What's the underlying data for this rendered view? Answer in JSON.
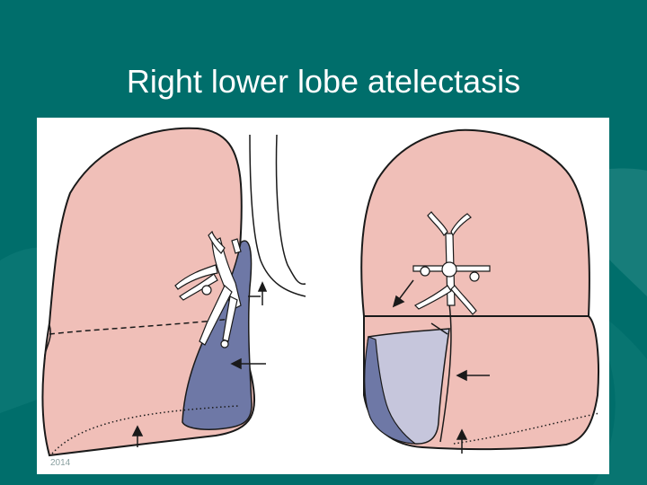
{
  "slide": {
    "title": "Right lower lobe atelectasis",
    "page_number": "2014"
  },
  "colors": {
    "background": "#006e6b",
    "lung_tissue": "#f0bfb8",
    "collapsed_lobe_dark": "#6e78a6",
    "collapsed_lobe_light": "#c6c6dc",
    "outline": "#1a1a1a"
  },
  "figure": {
    "views": [
      "frontal-lung-view",
      "lateral-lung-view"
    ]
  }
}
